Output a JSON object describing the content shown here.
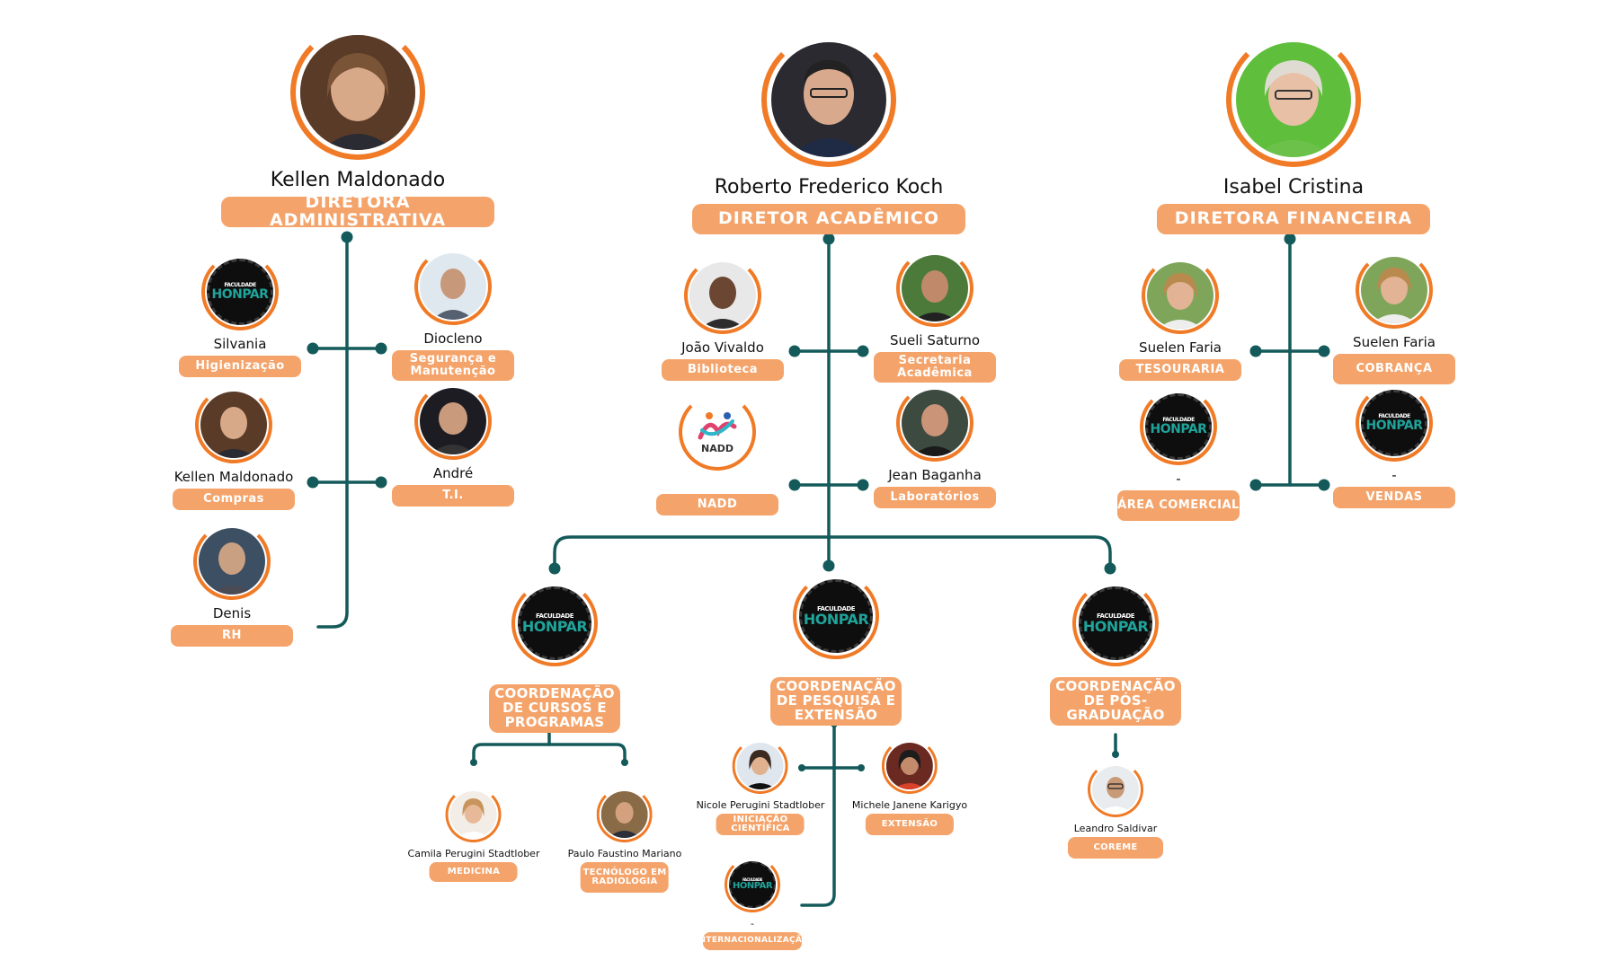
{
  "colors": {
    "accent": "#f07a26",
    "pill": "#f4a46b",
    "line": "#145a5a",
    "logo_bg": "#0e0e0e",
    "logo_text": "#1fa39a"
  },
  "logo": {
    "top": "FACULDADE",
    "brand": "HONPAR"
  },
  "directors": [
    {
      "name": "Kellen Maldonado",
      "role": "DIRETORA ADMINISTRATIVA"
    },
    {
      "name": "Roberto Frederico Koch",
      "role": "DIRETOR ACADÊMICO"
    },
    {
      "name": "Isabel Cristina",
      "role": "DIRETORA FINANCEIRA"
    }
  ],
  "admin": [
    {
      "name": "Silvania",
      "role": "Higienização"
    },
    {
      "name": "Diocleno",
      "role": "Segurança e Manutenção"
    },
    {
      "name": "Kellen Maldonado",
      "role": "Compras"
    },
    {
      "name": "André",
      "role": "T.I."
    },
    {
      "name": "Denis",
      "role": "RH"
    }
  ],
  "academic": [
    {
      "name": "João Vivaldo",
      "role": "Biblioteca"
    },
    {
      "name": "Sueli Saturno",
      "role": "Secretaria Acadêmica"
    },
    {
      "name": "",
      "role": "NADD"
    },
    {
      "name": "Jean Baganha",
      "role": "Laboratórios"
    }
  ],
  "nadd_logo_text": "NADD",
  "finance": [
    {
      "name": "Suelen Faria",
      "role": "TESOURARIA"
    },
    {
      "name": "Suelen Faria",
      "role": "COBRANÇA"
    },
    {
      "name": "-",
      "role": "ÁREA COMERCIAL"
    },
    {
      "name": "-",
      "role": "VENDAS"
    }
  ],
  "coordinations": [
    {
      "role": "COORDENAÇÃO DE CURSOS E PROGRAMAS"
    },
    {
      "role": "COORDENAÇÃO DE PESQUISA E EXTENSÃO"
    },
    {
      "role": "COORDENAÇÃO DE PÓS-GRADUAÇÃO"
    }
  ],
  "courses": [
    {
      "name": "Camila Perugini Stadtlober",
      "role": "MEDICINA"
    },
    {
      "name": "Paulo Faustino Mariano",
      "role": "TECNÓLOGO EM RADIOLOGIA"
    }
  ],
  "research": [
    {
      "name": "Nicole Perugini Stadtlober",
      "role": "INICIAÇÃO CIENTÍFICA"
    },
    {
      "name": "Michele Janene Karigyo",
      "role": "EXTENSÃO"
    },
    {
      "name": "-",
      "role": "INTERNACIONALIZAÇÃO"
    }
  ],
  "postgrad": [
    {
      "name": "Leandro Saldivar",
      "role": "COREME"
    }
  ]
}
